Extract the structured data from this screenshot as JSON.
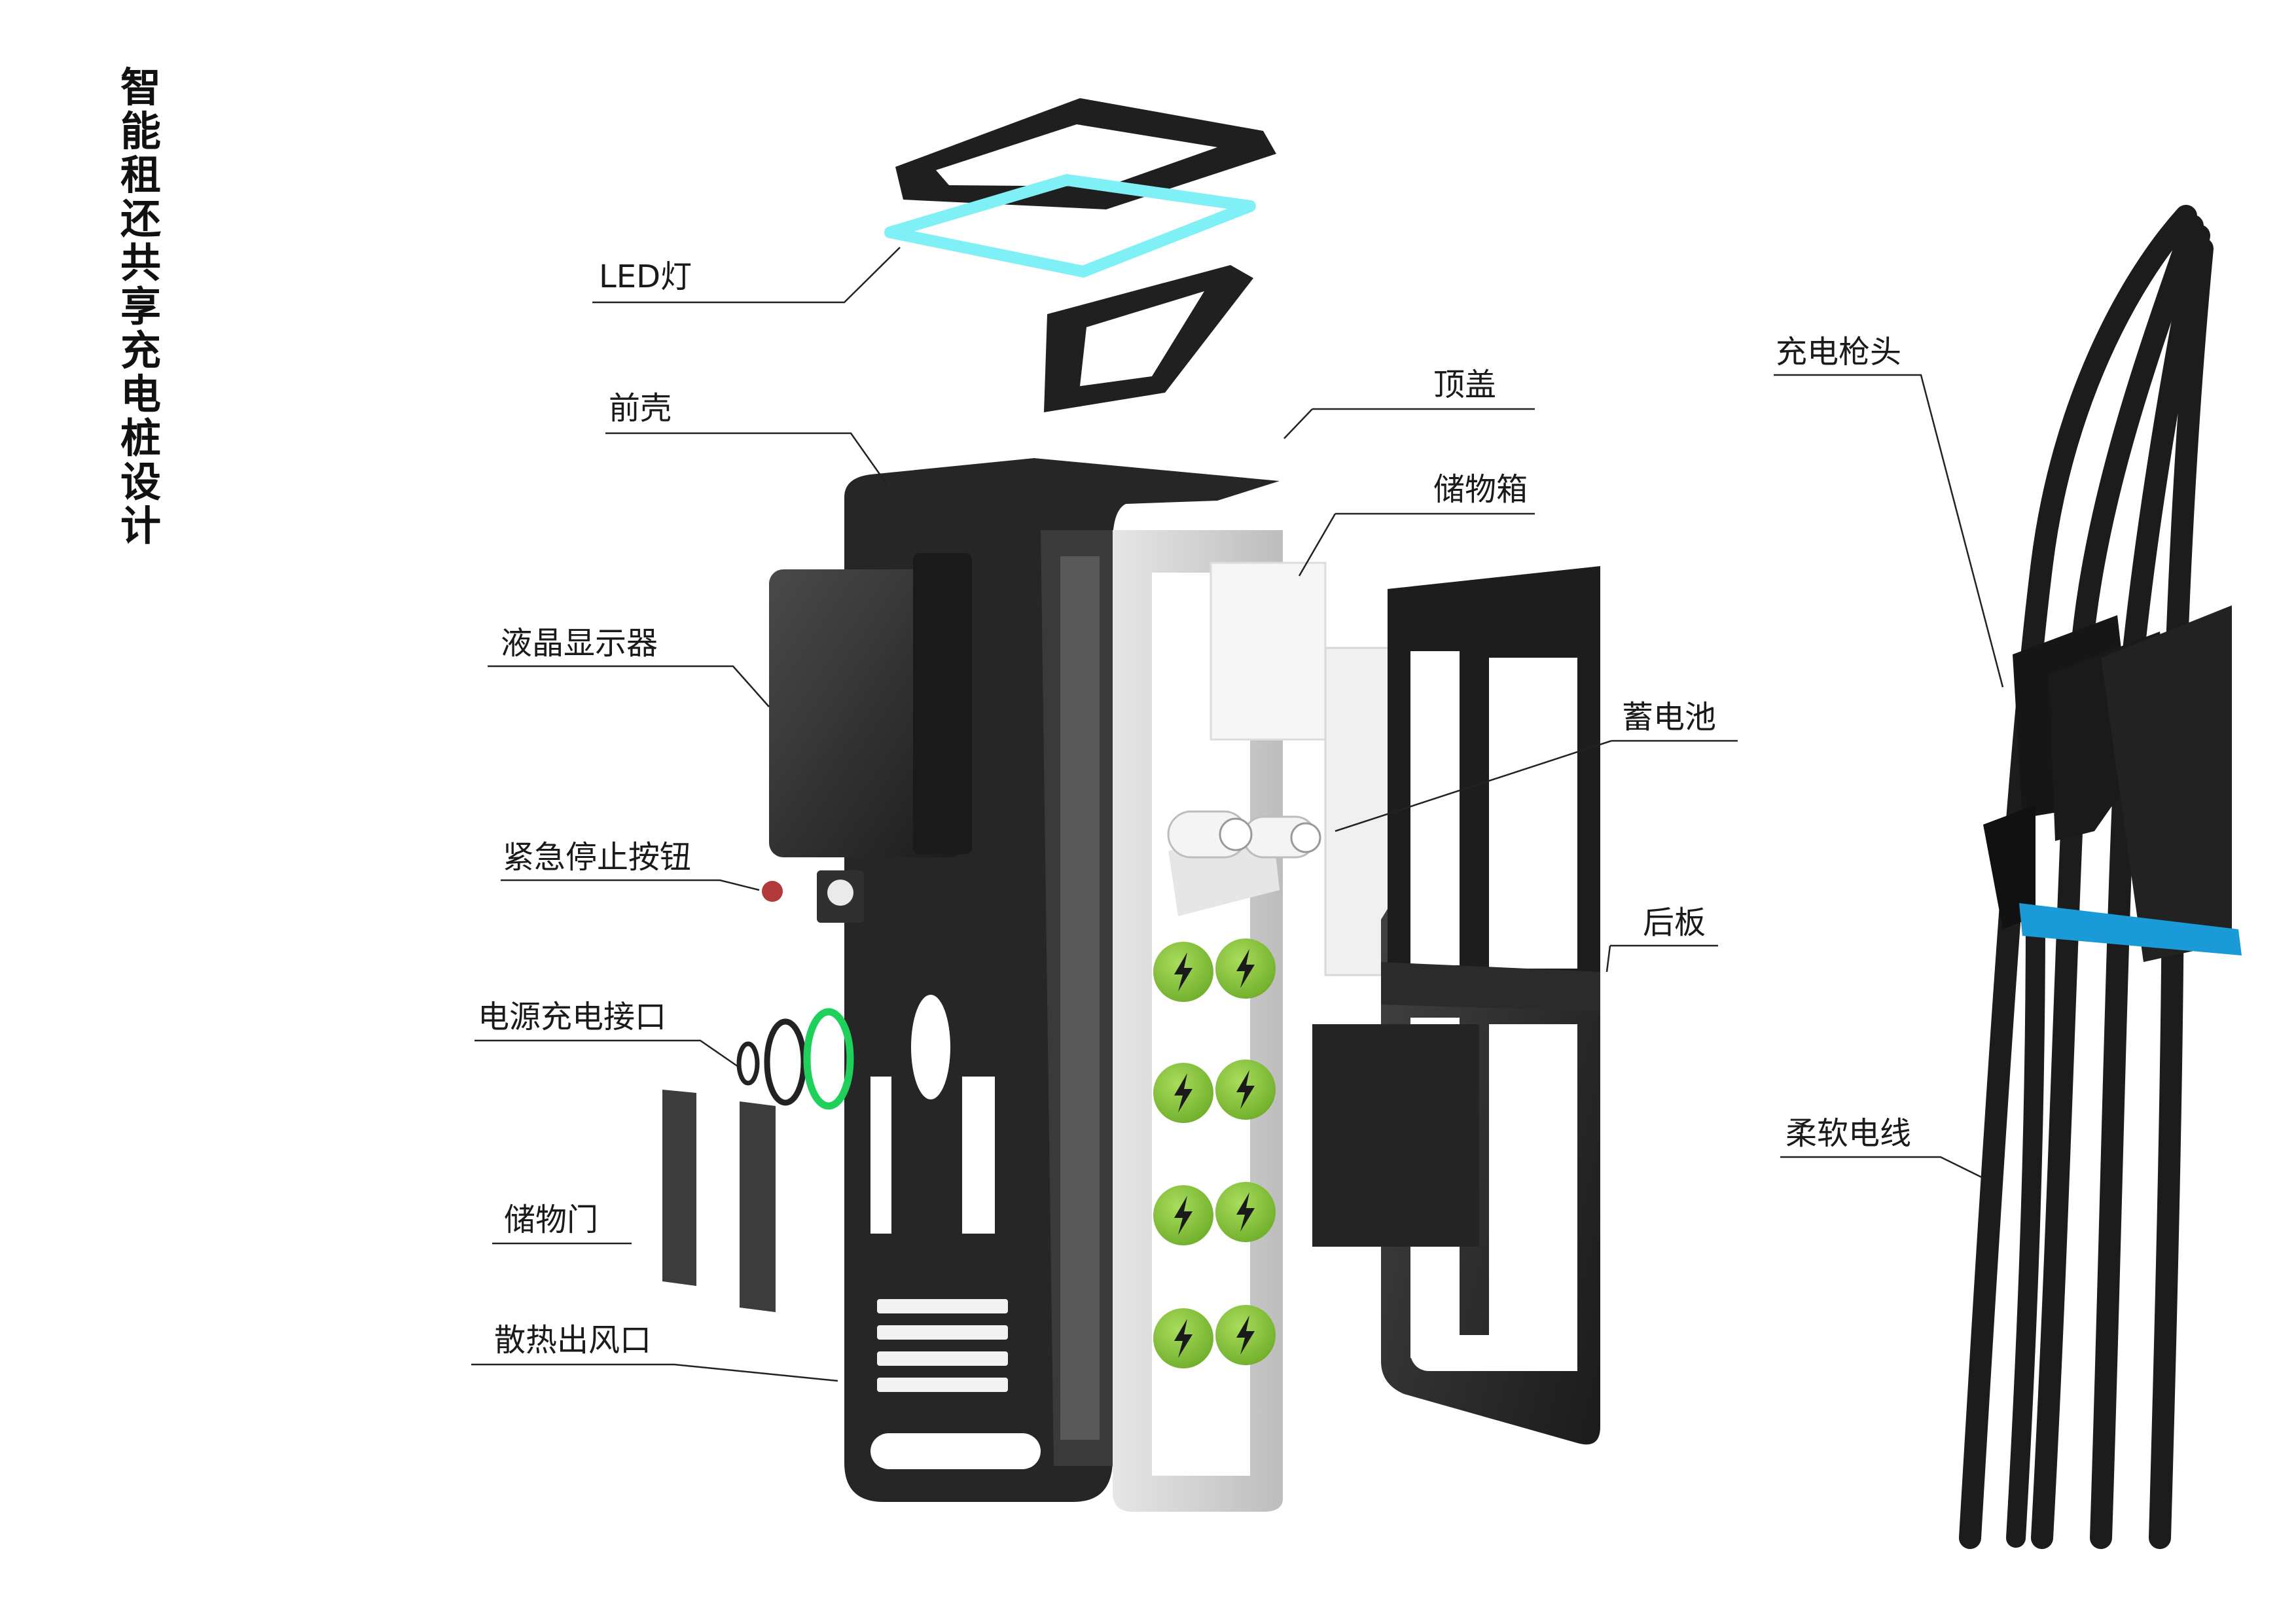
{
  "title": "智能租还共享充电桩设计",
  "labels": {
    "led": "LED灯",
    "front_shell": "前壳",
    "top_cover": "顶盖",
    "storage_box": "储物箱",
    "lcd": "液晶显示器",
    "battery": "蓄电池",
    "emergency_stop": "紧急停止按钮",
    "back_panel": "后板",
    "power_port": "电源充电接口",
    "storage_door": "储物门",
    "vent": "散热出风口",
    "gun_head": "充电枪头",
    "cable": "柔软电线"
  },
  "colors": {
    "shell": "#2b2b2b",
    "led_glow": "#7ff0f5",
    "port_ring": "#1fd15a",
    "battery_green": "#8cc63f",
    "holder_blue": "#1a9ad6"
  },
  "icons": [
    "lightning-icon"
  ]
}
